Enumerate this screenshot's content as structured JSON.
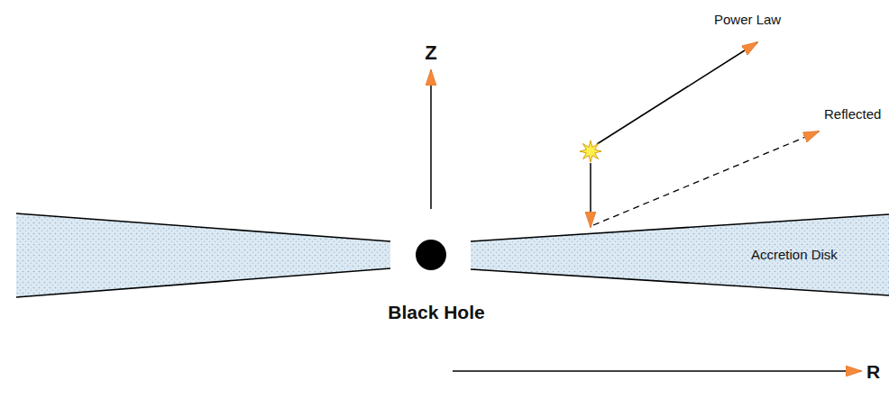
{
  "diagram": {
    "labels": [
      "Z",
      "Power Law",
      "Reflected",
      "Accretion Disk",
      "Black Hole",
      "R"
    ]
  }
}
